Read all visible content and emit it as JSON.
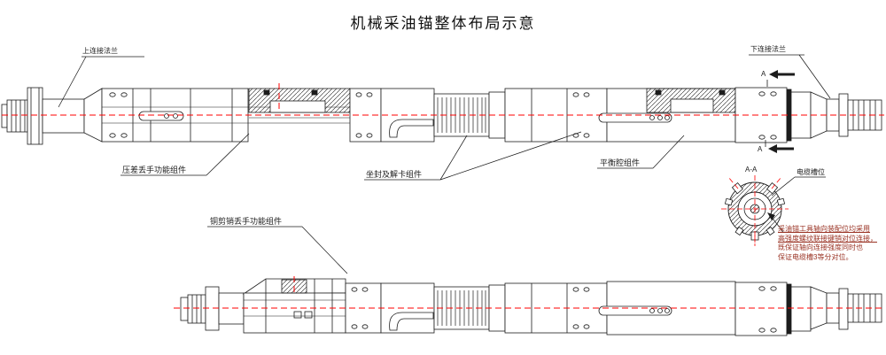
{
  "title": "机械采油锚整体布局示意",
  "labels": {
    "upper_flange": "上连接法兰",
    "lower_flange": "下连接法兰",
    "pressure_release": "压差丢手功能组件",
    "setting_unlock": "坐封及解卡组件",
    "balance_chamber": "平衡腔组件",
    "shear_pin_release": "铜剪销丢手功能组件",
    "cable_slot": "电缆槽位",
    "section_title": "A-A",
    "section_mark": "A"
  },
  "note": {
    "lines": [
      "采油锚工具轴向装配位均采用",
      "高强度螺纹联接键销对位连接，",
      "既保证轴向连接强度同时也",
      "保证电缆槽3等分对位。"
    ]
  },
  "colors": {
    "line": "#1c1c1c",
    "centerline": "#ff0000",
    "note_text": "#9a3324"
  }
}
